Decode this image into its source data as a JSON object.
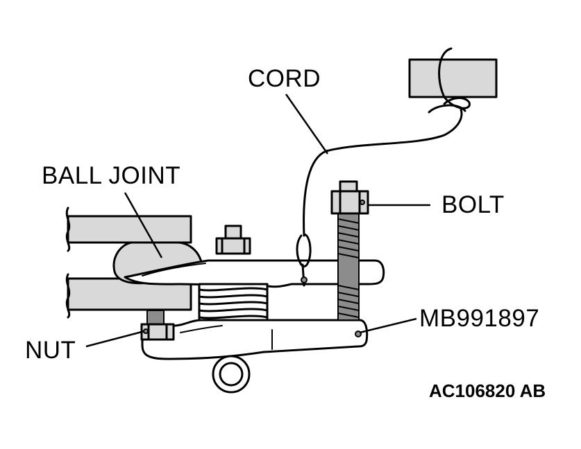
{
  "labels": {
    "cord": "CORD",
    "ball_joint": "BALL JOINT",
    "bolt": "BOLT",
    "nut": "NUT",
    "tool": "MB991897"
  },
  "figure_code": "AC106820 AB",
  "colors": {
    "line": "#000000",
    "fill": "#d9d9d9",
    "background": "#ffffff"
  }
}
